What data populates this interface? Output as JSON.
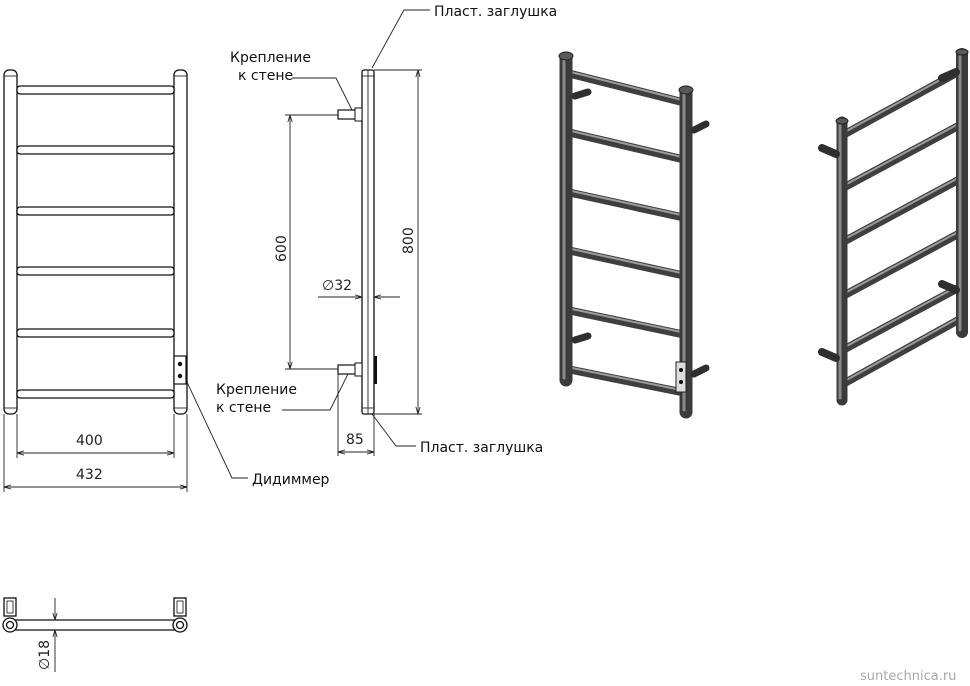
{
  "labels": {
    "plastic_cap_top": "Пласт. заглушка",
    "plastic_cap_bottom": "Пласт. заглушка",
    "wall_mount_top_line1": "Крепление",
    "wall_mount_top_line2": "к стене",
    "wall_mount_bottom_line1": "Крепление",
    "wall_mount_bottom_line2": "к стене",
    "dimmer": "Дидиммер"
  },
  "dimensions": {
    "inner_width": "400",
    "outer_width": "432",
    "mount_spacing": "600",
    "height": "800",
    "tube_diameter": "∅32",
    "wall_offset": "85",
    "bar_diameter": "∅18"
  },
  "watermark": "suntechnica.ru"
}
